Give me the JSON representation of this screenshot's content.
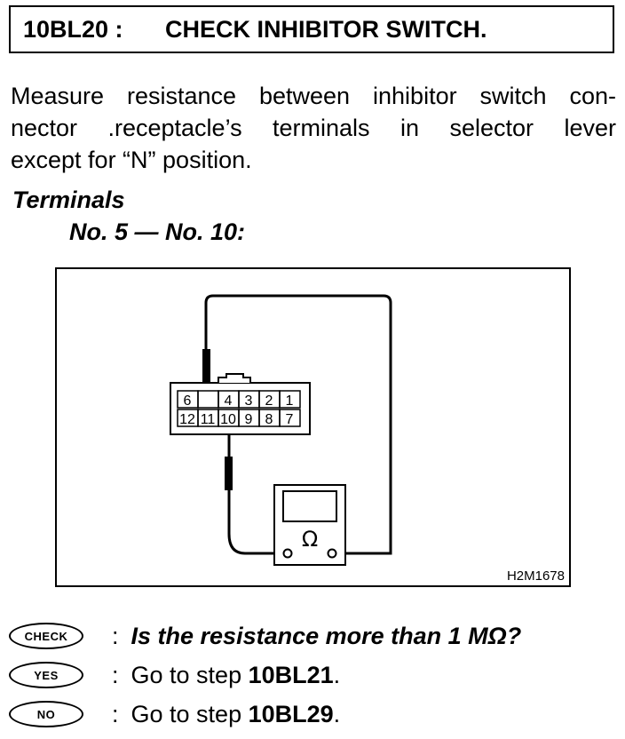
{
  "header": {
    "code": "10BL20 :",
    "title": "CHECK INHIBITOR SWITCH."
  },
  "instruction": {
    "lines": [
      "Measure resistance between inhibitor switch con-",
      "nector .receptacle’s terminals in selector lever",
      "except for “N” position."
    ]
  },
  "terminals": {
    "heading": "Terminals",
    "pair": "No. 5 — No. 10:"
  },
  "figure": {
    "id": "H2M1678",
    "connector_top_row": [
      "6",
      "",
      "4",
      "3",
      "2",
      "1"
    ],
    "connector_bottom_row": [
      "12",
      "11",
      "10",
      "9",
      "8",
      "7"
    ],
    "meter_symbol": "Ω",
    "meter_icon": "ohmmeter-icon"
  },
  "results": {
    "check": {
      "badge": "CHECK",
      "text": "Is the resistance more than 1 MΩ?"
    },
    "yes": {
      "badge": "YES",
      "prefix": "Go to step ",
      "step": "10BL21",
      "suffix": "."
    },
    "no": {
      "badge": "NO",
      "prefix": "Go to step ",
      "step": "10BL29",
      "suffix": "."
    }
  }
}
